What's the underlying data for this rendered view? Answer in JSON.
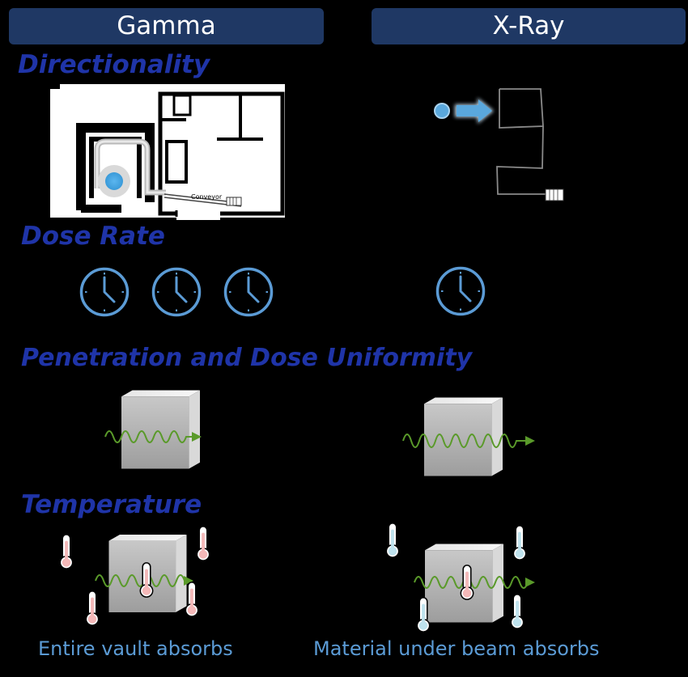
{
  "headers": {
    "gamma": "Gamma",
    "xray": "X-Ray"
  },
  "sections": {
    "directionality": "Directionality",
    "dose_rate": "Dose Rate",
    "penetration": "Penetration and Dose Uniformity",
    "temperature": "Temperature"
  },
  "floorplan": {
    "conveyor_label": "Conveyor"
  },
  "captions": {
    "gamma": "Entire vault absorbs",
    "xray": "Material under beam absorbs"
  },
  "colors": {
    "header_bg": "#1f3864",
    "section_text": "#1f34a8",
    "caption_text": "#5b9bd5",
    "clock": "#5b9bd5",
    "wave": "#5a9a2a",
    "thermo_hot": "#f4b8b8",
    "thermo_cold": "#bfe3ee"
  },
  "icons": {
    "clock": "clock-icon",
    "thermometer": "thermometer-icon",
    "cube": "cube-icon",
    "wave": "wave-arrow-icon",
    "source": "radiation-source-icon"
  }
}
